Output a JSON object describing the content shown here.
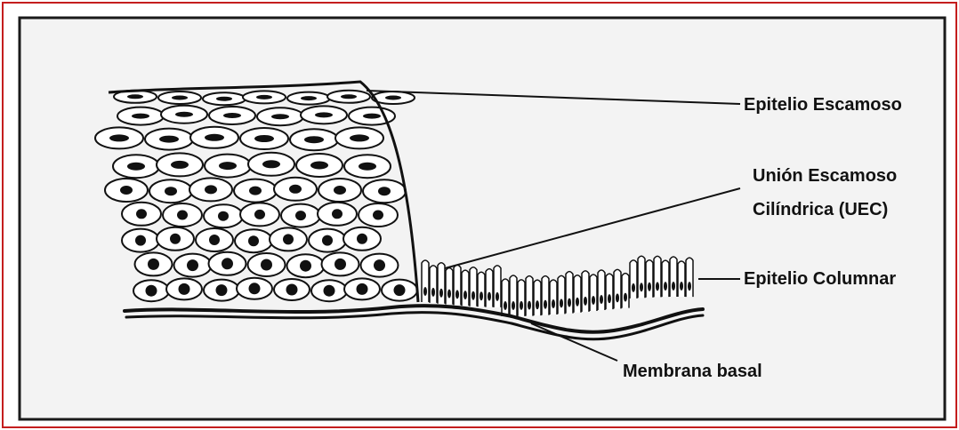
{
  "colors": {
    "outer_border": "#c41e1e",
    "inner_border": "#1a1a1a",
    "background": "#f3f3f3",
    "ink": "#111111"
  },
  "labels": {
    "squamous": "Epitelio Escamoso",
    "junction_line1": "Unión Escamoso",
    "junction_line2": "Cilíndrica (UEC)",
    "columnar": "Epitelio Columnar",
    "basal": "Membrana basal"
  }
}
